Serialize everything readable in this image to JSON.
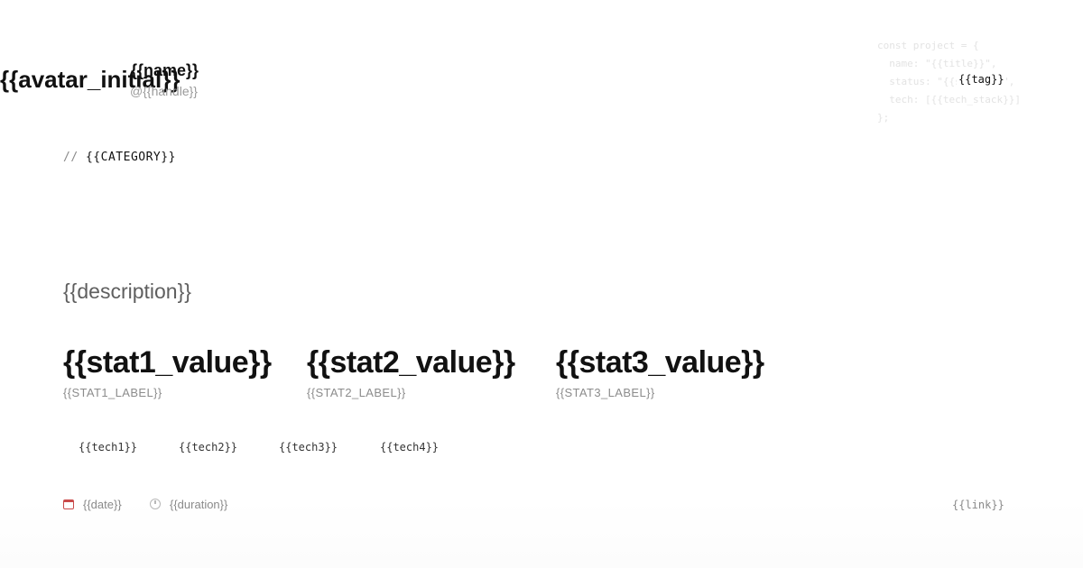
{
  "profile": {
    "avatar_initial": "{{avatar_initial}}",
    "name": "{{name}}",
    "handle": "@{{handle}}"
  },
  "code_block": {
    "lines": [
      "const project = {",
      "  name: \"{{title}}\",",
      "  status: \"{{status}}\",",
      "  tech: [{{tech_stack}}]",
      "};"
    ]
  },
  "tag": "{{tag}}",
  "category": {
    "prefix": "//",
    "value": "{{CATEGORY}}"
  },
  "description": "{{description}}",
  "stats": [
    {
      "value": "{{stat1_value}}",
      "label": "{{STAT1_LABEL}}"
    },
    {
      "value": "{{stat2_value}}",
      "label": "{{STAT2_LABEL}}"
    },
    {
      "value": "{{stat3_value}}",
      "label": "{{STAT3_LABEL}}"
    }
  ],
  "tech": [
    "{{tech1}}",
    "{{tech2}}",
    "{{tech3}}",
    "{{tech4}}"
  ],
  "footer": {
    "date": "{{date}}",
    "duration": "{{duration}}",
    "link": "{{link}}",
    "date_icon": "calendar-icon",
    "duration_icon": "stopwatch-icon"
  },
  "colors": {
    "text_primary": "#111111",
    "text_muted": "#8a8a8a",
    "description": "#5f5f5f",
    "code_faded": "#e3e3e3",
    "background": "#ffffff"
  }
}
